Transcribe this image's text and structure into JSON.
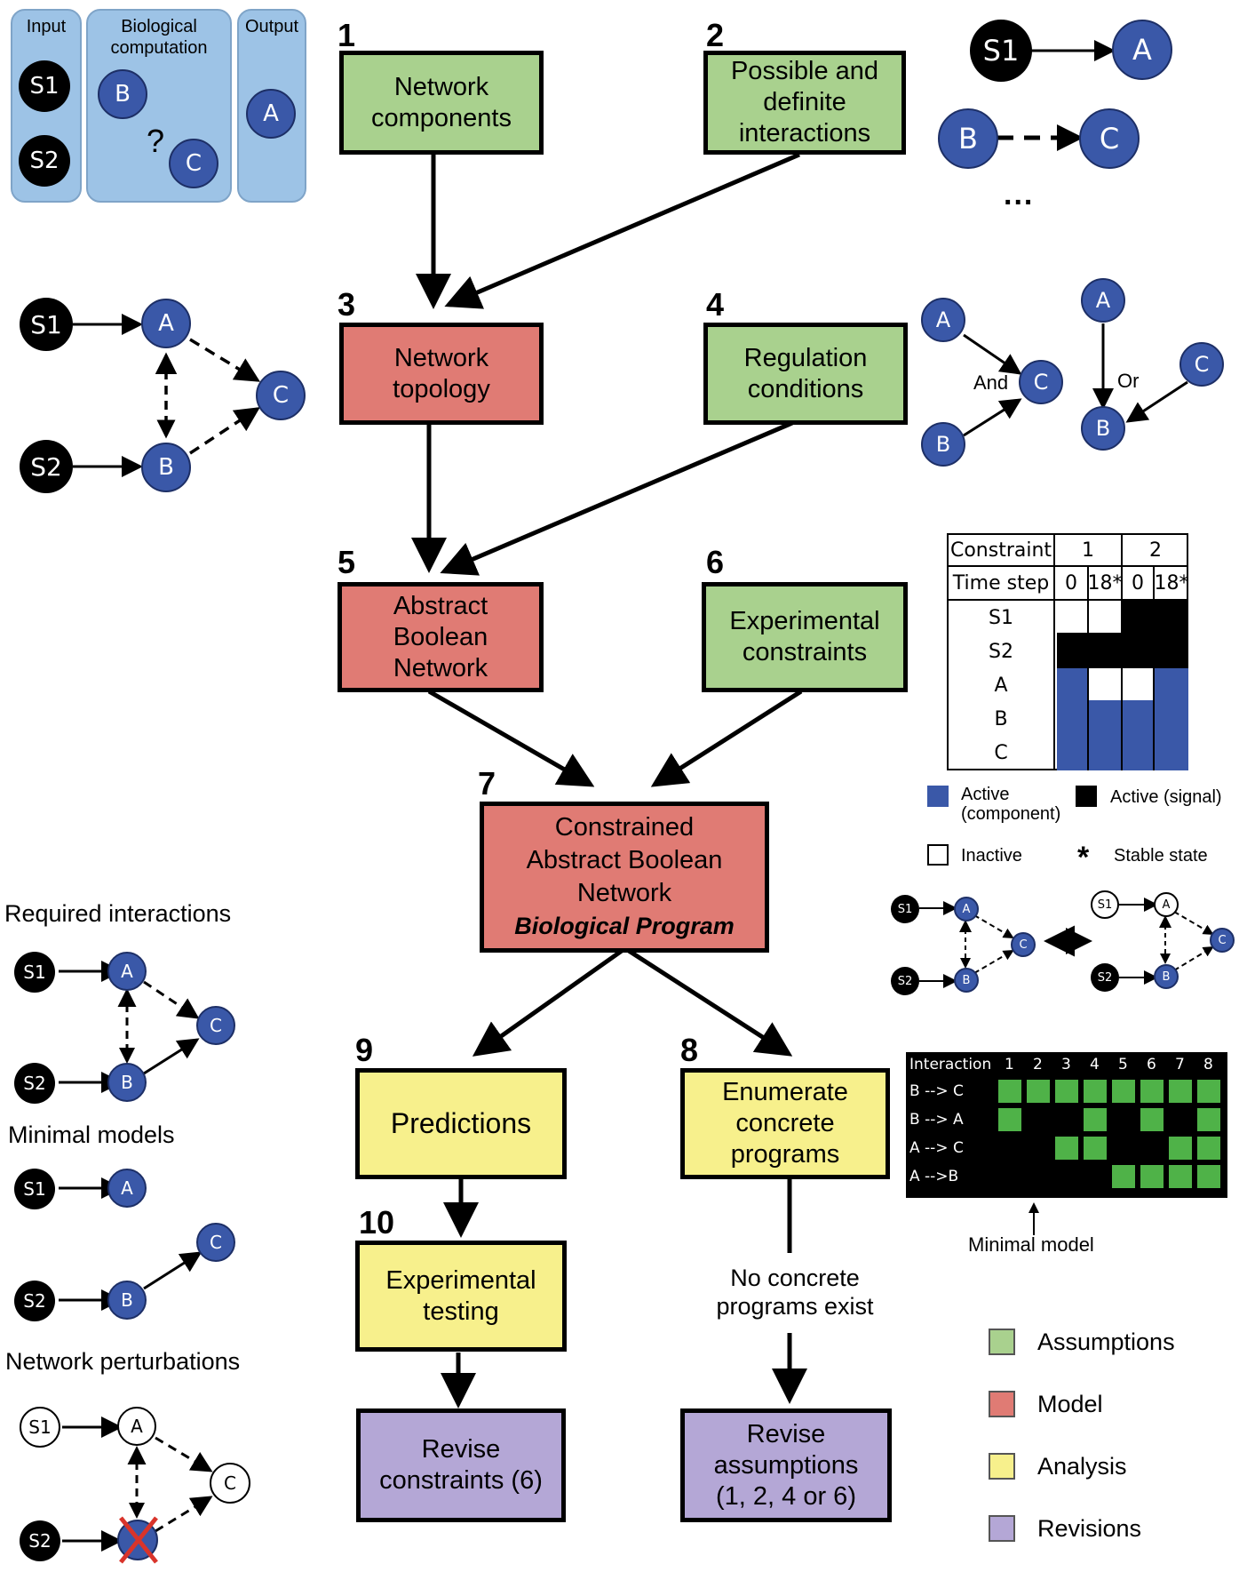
{
  "panel": {
    "input": "Input",
    "bio": "Biological\ncomputation",
    "output": "Output",
    "question": "?"
  },
  "nodes": {
    "S1": "S1",
    "S2": "S2",
    "A": "A",
    "B": "B",
    "C": "C"
  },
  "steps": [
    {
      "num": "1",
      "label": "Network\ncomponents"
    },
    {
      "num": "2",
      "label": "Possible and\ndefinite\ninteractions"
    },
    {
      "num": "3",
      "label": "Network\ntopology"
    },
    {
      "num": "4",
      "label": "Regulation\nconditions"
    },
    {
      "num": "5",
      "label": "Abstract\nBoolean\nNetwork"
    },
    {
      "num": "6",
      "label": "Experimental\nconstraints"
    },
    {
      "num": "7",
      "label": "Constrained\nAbstract Boolean\nNetwork",
      "sublabel": "Biological Program"
    },
    {
      "num": "8",
      "label": "Enumerate\nconcrete\nprograms"
    },
    {
      "num": "9",
      "label": "Predictions"
    },
    {
      "num": "10",
      "label": "Experimental\ntesting"
    },
    {
      "label": "Revise\nconstraints (6)"
    },
    {
      "label": "Revise\nassumptions\n(1, 2, 4 or 6)"
    }
  ],
  "ellipsis": "...",
  "and_label": "And",
  "or_label": "Or",
  "no_programs": "No concrete\nprograms exist",
  "constraint_table": {
    "h1": "Constraint",
    "c1": "1",
    "c2": "2",
    "h2": "Time step",
    "t": [
      "0",
      "18*",
      "0",
      "18*"
    ],
    "rows": [
      "S1",
      "S2",
      "A",
      "B",
      "C"
    ]
  },
  "legend_states": {
    "active_component": "Active\n(component)",
    "active_signal": "Active (signal)",
    "inactive": "Inactive",
    "star": "*",
    "stable": "Stable state"
  },
  "left": {
    "required": "Required interactions",
    "minimal": "Minimal models",
    "perturb": "Network perturbations"
  },
  "matrix": {
    "header": "Interaction",
    "cols": [
      "1",
      "2",
      "3",
      "4",
      "5",
      "6",
      "7",
      "8"
    ],
    "rows": [
      "B --> C",
      "B --> A",
      "A --> C",
      "A -->B"
    ],
    "minimal_model": "Minimal model"
  },
  "legend": [
    {
      "label": "Assumptions",
      "color": "#a9d18e"
    },
    {
      "label": "Model",
      "color": "#e07b74"
    },
    {
      "label": "Analysis",
      "color": "#f7f08c"
    },
    {
      "label": "Revisions",
      "color": "#b4a7d6"
    }
  ]
}
